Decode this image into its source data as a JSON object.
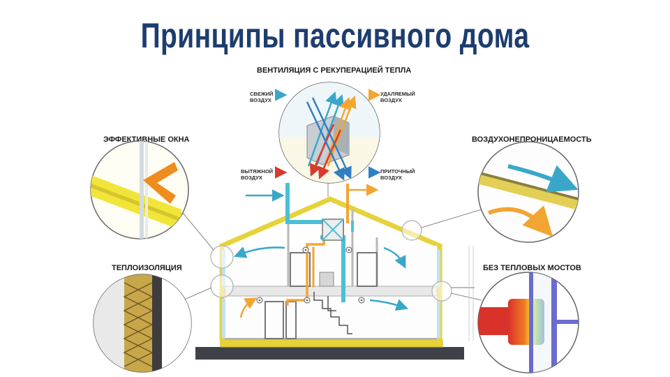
{
  "title": "Принципы пассивного дома",
  "labels": {
    "ventilation": "ВЕНТИЛЯЦИЯ С РЕКУПЕРАЦИЕЙ ТЕПЛА",
    "windows": "ЭФФЕКТИВНЫЕ ОКНА",
    "airtightness": "ВОЗДУХОНЕПРОНИЦАЕМОСТЬ",
    "insulation": "ТЕПЛОИЗОЛЯЦИЯ",
    "no_bridges": "БЕЗ ТЕПЛОВЫХ МОСТОВ"
  },
  "legend": {
    "fresh_1": "СВЕЖИЙ",
    "fresh_2": "ВОЗДУХ",
    "removed_1": "УДАЛЯЕМЫЙ",
    "removed_2": "ВОЗДУХ",
    "exhaust_1": "ВЫТЯЖНОЙ",
    "exhaust_2": "ВОЗДУХ",
    "supply_1": "ПРИТОЧНЫЙ",
    "supply_2": "ВОЗДУХ"
  },
  "colors": {
    "title": "#1d3d6e",
    "fresh_air": "#3aa7c9",
    "removed_air": "#f3a531",
    "exhaust_air": "#d83a2c",
    "supply_air": "#2f7fc4",
    "frame": "#e6d23a",
    "duct": "#4bbfd6"
  }
}
